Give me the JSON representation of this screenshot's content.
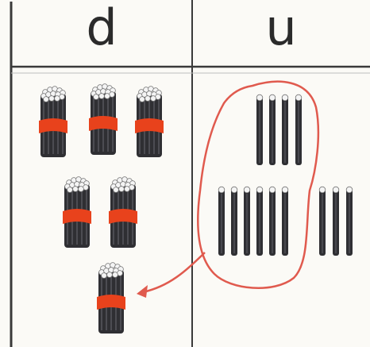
{
  "headers": {
    "tens": "d",
    "units": "u"
  },
  "colors": {
    "stick": "#2f2f33",
    "stick_highlight": "#5a5a60",
    "stick_top": "#f4f4f4",
    "band": "#e8421c",
    "outline": "#e05a4e",
    "line": "#3a3a3a",
    "paper": "#fbfaf6"
  },
  "tens_bundles": 6,
  "unit_sticks": {
    "circled": 10,
    "outside": 3
  }
}
